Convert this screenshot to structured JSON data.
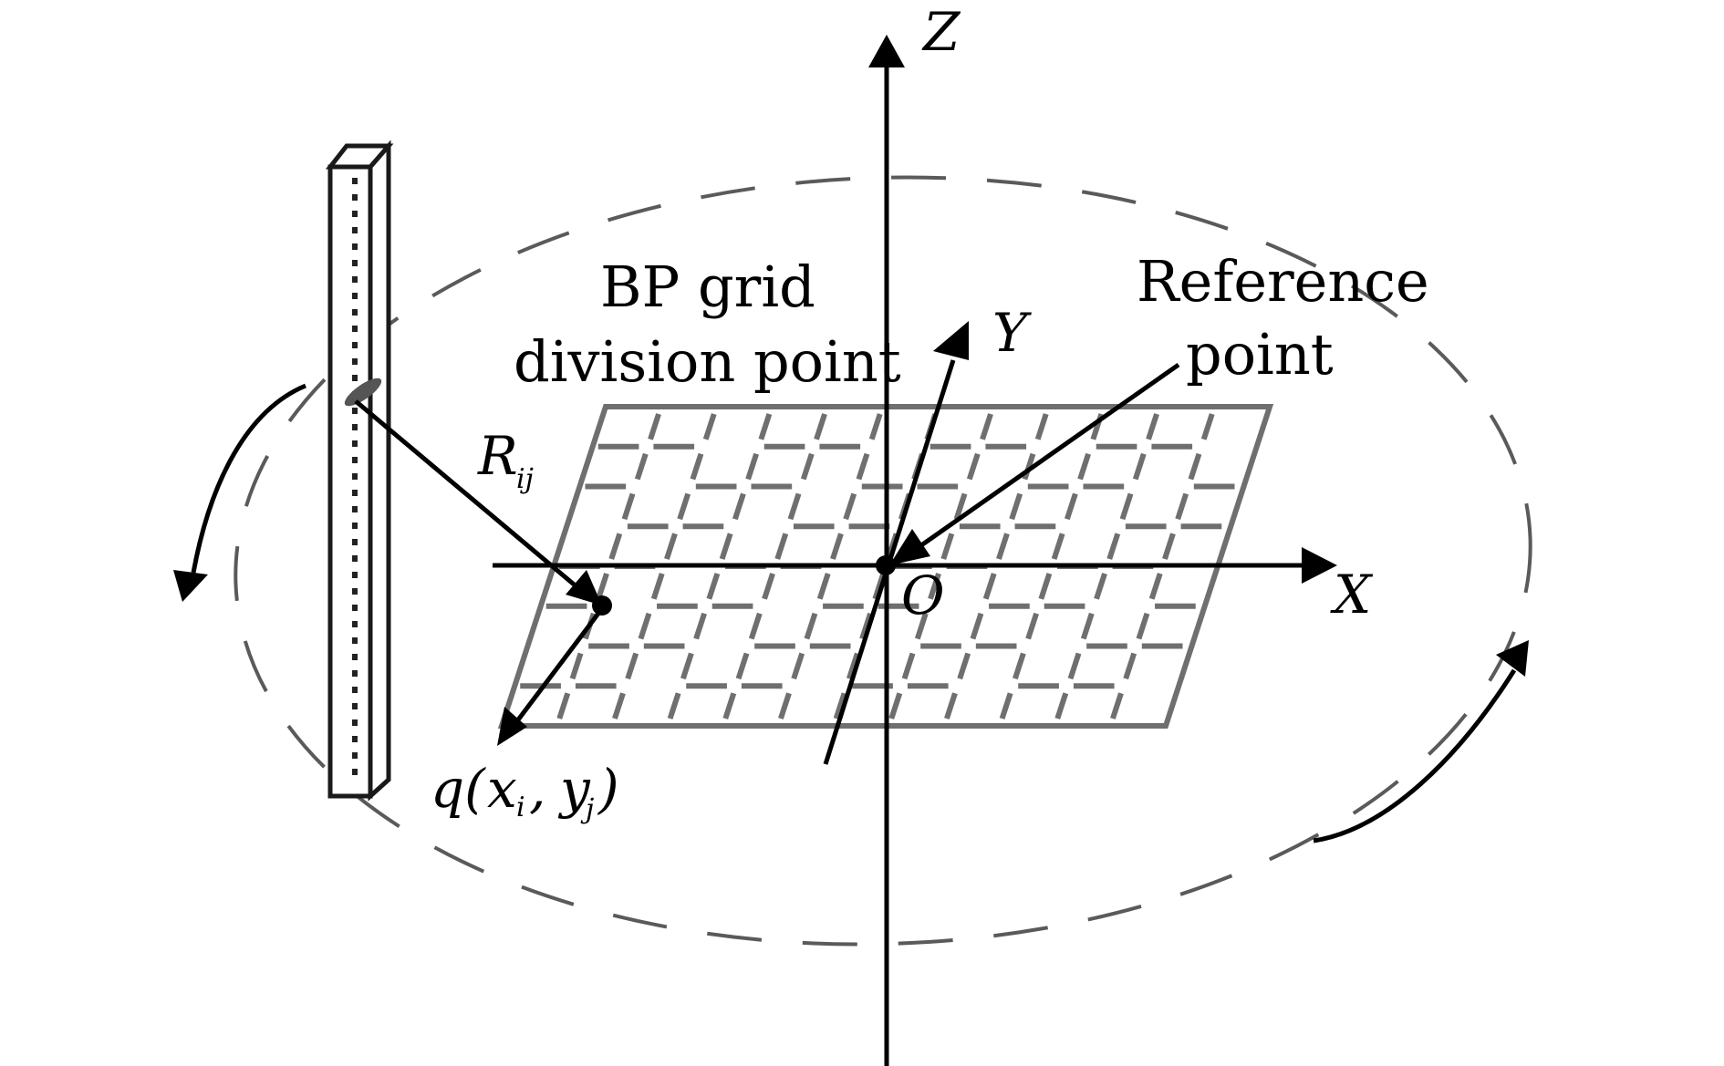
{
  "figure": {
    "type": "3D imaging geometry schematic",
    "labels": {
      "bp_grid_line1": "BP grid",
      "bp_grid_line2": "division point",
      "reference_line1": "Reference",
      "reference_line2": "point",
      "axis_x": "X",
      "axis_y": "Y",
      "axis_z": "Z",
      "origin": "O",
      "range_main": "R",
      "range_sub": "ij",
      "grid_point_q": "q(",
      "grid_point_x": "x",
      "grid_point_i": "i",
      "grid_point_comma": ",",
      "grid_point_y": "y",
      "grid_point_j": "j",
      "grid_point_close": ")"
    },
    "components": {
      "antenna": "vertical linear array antenna (tower)",
      "grid": "BP imaging grid on the X-Y plane",
      "trajectory": "dashed circular rotation path",
      "rotation_arrows": [
        "counter-clockwise arrow left",
        "counter-clockwise arrow right"
      ]
    },
    "colors": {
      "ink": "#000000",
      "grid_gray": "#6f6f6f",
      "dash_gray": "#5a5a5a"
    }
  }
}
